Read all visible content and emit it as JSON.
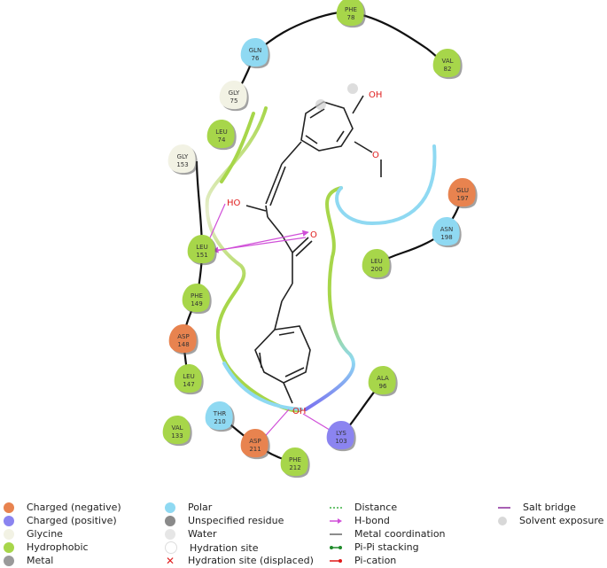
{
  "residues": [
    {
      "id": "phe78",
      "name": "PHE",
      "num": "78",
      "type": "hydrophobic"
    },
    {
      "id": "val82",
      "name": "VAL",
      "num": "82",
      "type": "hydrophobic"
    },
    {
      "id": "gln76",
      "name": "GLN",
      "num": "76",
      "type": "polar"
    },
    {
      "id": "gly75",
      "name": "GLY",
      "num": "75",
      "type": "glycine"
    },
    {
      "id": "leu74",
      "name": "LEU",
      "num": "74",
      "type": "hydrophobic"
    },
    {
      "id": "gly153",
      "name": "GLY",
      "num": "153",
      "type": "glycine"
    },
    {
      "id": "leu151",
      "name": "LEU",
      "num": "151",
      "type": "hydrophobic"
    },
    {
      "id": "phe149",
      "name": "PHE",
      "num": "149",
      "type": "hydrophobic"
    },
    {
      "id": "asp148",
      "name": "ASP",
      "num": "148",
      "type": "negative"
    },
    {
      "id": "leu147",
      "name": "LEU",
      "num": "147",
      "type": "hydrophobic"
    },
    {
      "id": "val133",
      "name": "VAL",
      "num": "133",
      "type": "hydrophobic"
    },
    {
      "id": "thr210",
      "name": "THR",
      "num": "210",
      "type": "polar"
    },
    {
      "id": "asp211",
      "name": "ASP",
      "num": "211",
      "type": "negative"
    },
    {
      "id": "phe212",
      "name": "PHE",
      "num": "212",
      "type": "hydrophobic"
    },
    {
      "id": "lys103",
      "name": "LYS",
      "num": "103",
      "type": "positive"
    },
    {
      "id": "ala96",
      "name": "ALA",
      "num": "96",
      "type": "hydrophobic"
    },
    {
      "id": "glu197",
      "name": "GLU",
      "num": "197",
      "type": "negative"
    },
    {
      "id": "asn198",
      "name": "ASN",
      "num": "198",
      "type": "polar"
    },
    {
      "id": "leu200",
      "name": "LEU",
      "num": "200",
      "type": "hydrophobic"
    }
  ],
  "atoms": {
    "oh_top": "OH",
    "ome": "O",
    "ho_left": "HO",
    "ketone_o": "O",
    "oh_bottom": "OH"
  },
  "colors": {
    "negative": "#e8834f",
    "positive": "#8b84f0",
    "glycine": "#f2f2e4",
    "hydrophobic": "#a7d64a",
    "metal": "#9a9a9a",
    "polar": "#8fd9f2",
    "unspecified": "#8a8a8a",
    "water": "#e6e6e6",
    "hbond": "#d04fd8",
    "salt_bridge": "#8a2a9a",
    "distance": "#3cb043",
    "pipi": "#1f8a2a",
    "pication": "#e01818",
    "displaced": "#e02020"
  },
  "legend": {
    "col1": [
      {
        "label": "Charged (negative)",
        "color": "#e8834f"
      },
      {
        "label": "Charged (positive)",
        "color": "#8b84f0"
      },
      {
        "label": "Glycine",
        "color": "#f2f2e4"
      },
      {
        "label": "Hydrophobic",
        "color": "#a7d64a"
      },
      {
        "label": "Metal",
        "color": "#9a9a9a"
      }
    ],
    "col2": [
      {
        "label": "Polar",
        "color": "#8fd9f2"
      },
      {
        "label": "Unspecified residue",
        "color": "#8a8a8a"
      },
      {
        "label": "Water",
        "color": "#e6e6e6"
      },
      {
        "label": "Hydration site",
        "color": "#ffffff"
      },
      {
        "label": "Hydration site (displaced)",
        "color": "#e02020"
      }
    ],
    "col3": [
      {
        "label": "Distance"
      },
      {
        "label": "H-bond"
      },
      {
        "label": "Metal coordination"
      },
      {
        "label": "Pi-Pi stacking"
      },
      {
        "label": "Pi-cation"
      }
    ],
    "col4": [
      {
        "label": "Salt bridge"
      },
      {
        "label": "Solvent exposure"
      }
    ]
  }
}
